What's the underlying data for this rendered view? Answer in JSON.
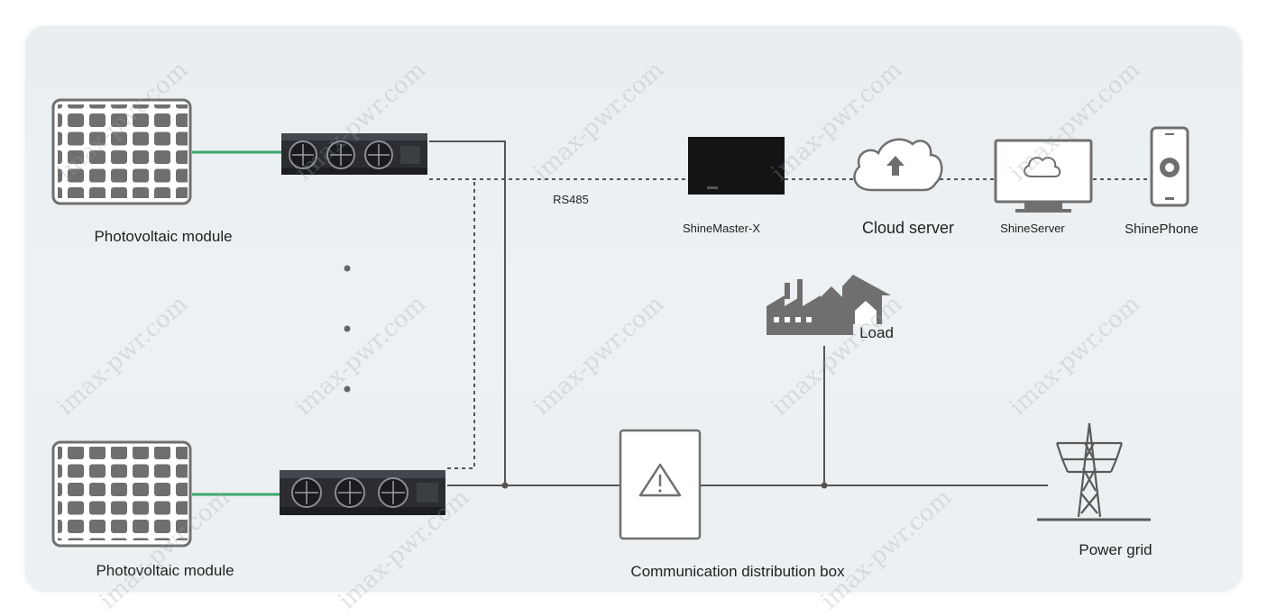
{
  "labels": {
    "pv_top": "Photovoltaic module",
    "pv_bottom": "Photovoltaic module",
    "rs485": "RS485",
    "shinemaster": "ShineMaster-X",
    "cloud": "Cloud server",
    "shineserver": "ShineServer",
    "shinephone": "ShinePhone",
    "load": "Load",
    "power_grid": "Power grid",
    "distribution_box": "Communication distribution box"
  },
  "watermark": "imax-pwr.com",
  "colors": {
    "background": "#ecf0f2",
    "icon_gray": "#6f6f6f",
    "pv_link": "#3aa86a",
    "line": "#555555",
    "inverter_dark": "#2b2d31",
    "device_black": "#141416"
  }
}
